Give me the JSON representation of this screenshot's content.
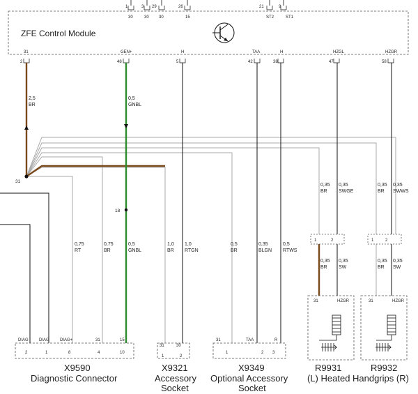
{
  "module": {
    "title": "ZFE Control Module",
    "top_pins": [
      {
        "num": "1",
        "sig": "30"
      },
      {
        "num": "3",
        "sig": "30"
      },
      {
        "num": "29",
        "sig": "30"
      },
      {
        "num": "26",
        "sig": "15"
      },
      {
        "num": "21",
        "sig": "ST2"
      },
      {
        "num": "9",
        "sig": "ST1"
      }
    ],
    "bottom_pins": [
      {
        "num": "2",
        "sig": "31"
      },
      {
        "num": "48",
        "sig": "GEN+"
      },
      {
        "num": "5",
        "sig": "H"
      },
      {
        "num": "42",
        "sig": "TAA"
      },
      {
        "num": "38",
        "sig": "H"
      },
      {
        "num": "47",
        "sig": "HZGL"
      },
      {
        "num": "58",
        "sig": "HZGR"
      }
    ]
  },
  "wires": {
    "w_main_br": {
      "size": "2,5",
      "color": "BR"
    },
    "w_gnbl_top": {
      "size": "0,5",
      "color": "GNBL"
    },
    "w_gnbl_bot": {
      "size": "0,5",
      "color": "GNBL"
    },
    "w_rt": {
      "size": "0,75",
      "color": "RT"
    },
    "w_br_diag": {
      "size": "0,75",
      "color": "BR"
    },
    "w_br_acc": {
      "size": "1,0",
      "color": "BR"
    },
    "w_rtgn": {
      "size": "1,0",
      "color": "RTGN"
    },
    "w_br_opt": {
      "size": "0,5",
      "color": "BR"
    },
    "w_blgn": {
      "size": "0,35",
      "color": "BLGN"
    },
    "w_rtws": {
      "size": "0,5",
      "color": "RTWS"
    },
    "w_l_br_top": {
      "size": "0,35",
      "color": "BR"
    },
    "w_l_swge": {
      "size": "0,35",
      "color": "SWGE"
    },
    "w_r_br_top": {
      "size": "0,35",
      "color": "BR"
    },
    "w_r_swws": {
      "size": "0,35",
      "color": "SWWS"
    },
    "w_l_br_bot": {
      "size": "0,35",
      "color": "BR"
    },
    "w_l_sw": {
      "size": "0,35",
      "color": "SW"
    },
    "w_r_br_bot": {
      "size": "0,35",
      "color": "BR"
    },
    "w_r_sw": {
      "size": "0,35",
      "color": "SW"
    }
  },
  "splices": {
    "s31": "31",
    "s18": "18"
  },
  "connectors": {
    "x9590": {
      "id": "X9590",
      "name": "Diagnostic Connector",
      "pins": [
        {
          "sig": "DIAG",
          "num": "2"
        },
        {
          "sig": "DIAG",
          "num": "1"
        },
        {
          "sig": "DIAG+",
          "num": "8"
        },
        {
          "sig": "31",
          "num": "4"
        },
        {
          "sig": "15",
          "num": "10"
        }
      ]
    },
    "x9321": {
      "id": "X9321",
      "line1": "Accessory",
      "line2": "Socket",
      "pins": [
        {
          "sig": "31",
          "num": "1"
        },
        {
          "sig": "30",
          "num": "2"
        }
      ]
    },
    "x9349": {
      "id": "X9349",
      "line1": "Optional Accessory",
      "line2": "Socket",
      "pins": [
        {
          "sig": "31",
          "num": "1"
        },
        {
          "sig": "TAA",
          "num": "2"
        },
        {
          "sig": "R",
          "num": "3"
        }
      ]
    },
    "r9931": {
      "id": "R9931",
      "pins_top": [
        "1",
        "2"
      ],
      "label_31": "31",
      "label_hz": "HZGR"
    },
    "r9932": {
      "id": "R9932",
      "pins_top": [
        "1",
        "2"
      ],
      "label_31": "31",
      "label_hz": "HZGR"
    },
    "handgrips_caption": "(L) Heated Handgrips (R)"
  },
  "colors": {
    "brown": "#7a4a1c",
    "green": "#2e8b2e",
    "gray": "#a9a9a9",
    "black": "#111111"
  }
}
